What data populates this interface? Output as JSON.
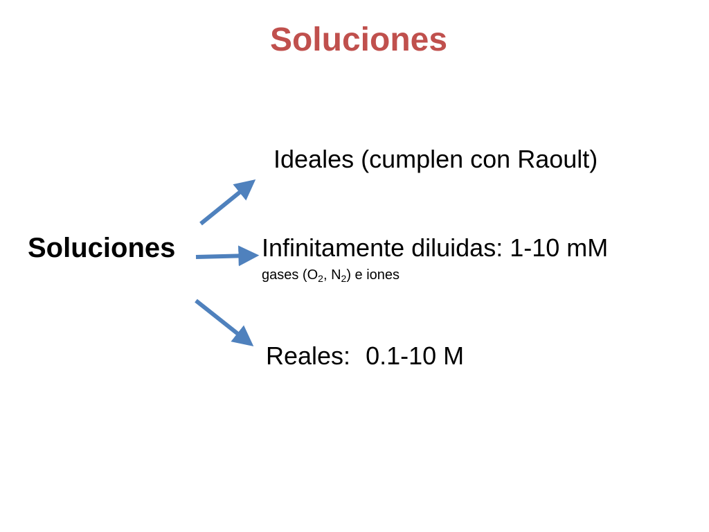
{
  "title": "Soluciones",
  "root": "Soluciones",
  "branches": {
    "ideales": "Ideales (cumplen con Raoult)",
    "diluidas": "Infinitamente diluidas: 1-10 mM",
    "diluidas_note": {
      "before": "gases (O",
      "sub1": "2",
      "mid": ", N",
      "sub2": "2",
      "after": ") e iones"
    },
    "reales_label": "Reales:",
    "reales_value": "0.1-10 M"
  },
  "colors": {
    "title": "#c0504d",
    "arrow": "#4f81bd"
  }
}
